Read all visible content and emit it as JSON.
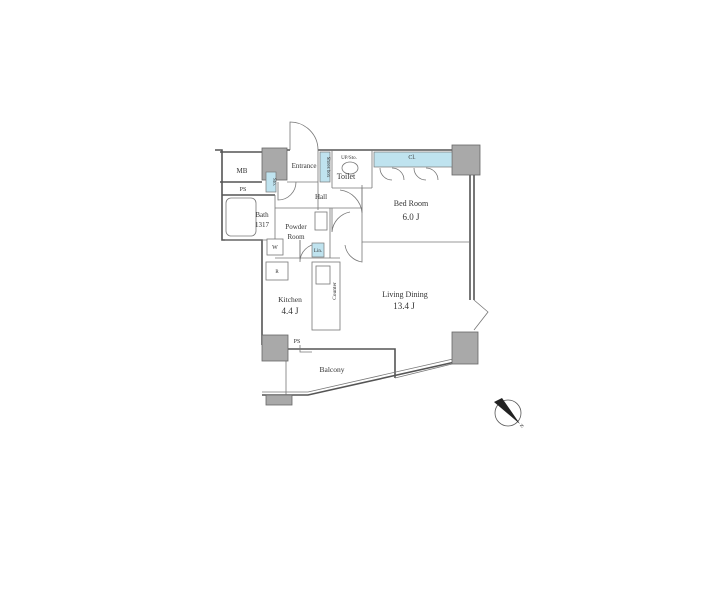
{
  "floorplan": {
    "rooms": {
      "mb": "MB",
      "ps_top": "PS",
      "sto_left": "Sto.",
      "entrance": "Entrance",
      "shoes_box": "Shoes box",
      "up_sto": "UP/Sto.",
      "toilet": "Toilet",
      "closet": "Cl.",
      "hall": "Hall",
      "bath": "Bath",
      "bath_size": "1317",
      "powder_room_line1": "Powder",
      "powder_room_line2": "Room",
      "washer": "W",
      "linen": "Lin.",
      "fridge": "R",
      "bed_room": "Bed Room",
      "bed_room_size": "6.0 J",
      "kitchen": "Kitchen",
      "kitchen_size": "4.4 J",
      "counter": "Counter",
      "living_dining": "Living Dining",
      "living_dining_size": "13.4 J",
      "ps_bottom": "PS",
      "balcony": "Balcony"
    },
    "compass_label": "N",
    "colors": {
      "wall": "#555555",
      "column": "#a9a9a9",
      "storage": "#bfe3ef"
    }
  }
}
